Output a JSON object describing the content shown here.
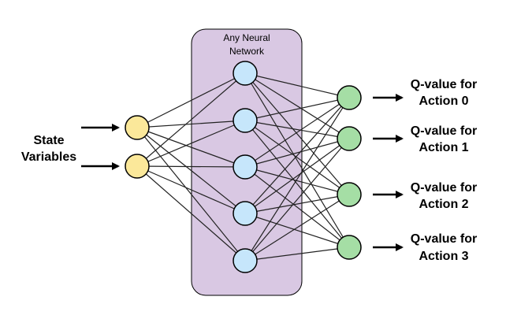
{
  "colors": {
    "background": "#ffffff",
    "network_box_fill": "#d9c8e3",
    "network_box_stroke": "#000000",
    "input_node_fill": "#fbe89a",
    "hidden_node_fill": "#c6e6fb",
    "output_node_fill": "#a5dea5",
    "edge": "#222222",
    "arrow": "#000000"
  },
  "network_box": {
    "label_line1": "Any Neural",
    "label_line2": "Network"
  },
  "state_label": {
    "line1": "State",
    "line2": "Variables"
  },
  "outputs": [
    {
      "line1": "Q-value for",
      "line2": "Action 0"
    },
    {
      "line1": "Q-value for",
      "line2": "Action 1"
    },
    {
      "line1": "Q-value for",
      "line2": "Action 2"
    },
    {
      "line1": "Q-value for",
      "line2": "Action 3"
    }
  ],
  "layers": {
    "inputs": 2,
    "hidden": 5,
    "outputs": 4
  }
}
